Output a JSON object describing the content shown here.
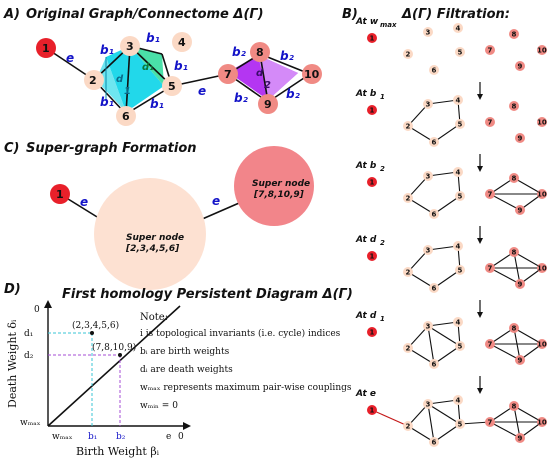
{
  "panel_a": {
    "label": "A)",
    "title": "Original Graph/Connectome Δ(Γ)",
    "edge_labels": {
      "e_left": "e",
      "e_mid": "e",
      "b1_top": "b₁",
      "b1_right": "b₁",
      "b1_left": "b₁",
      "b1_bottom": "b₁",
      "d1_inner": "d₁",
      "b2_top": "b₂",
      "b2_right": "b₂",
      "b2_left": "b₂",
      "b2_bottom": "b₂",
      "d2_inner": "d₂"
    },
    "nodes": [
      "1",
      "2",
      "3",
      "4",
      "5",
      "6",
      "7",
      "8",
      "9",
      "10"
    ],
    "face_labels": {
      "d_left": "d",
      "one_left": "1",
      "d_right": "d",
      "one_right": "1",
      "d_purple": "d",
      "two_purple": "2"
    }
  },
  "panel_b": {
    "label": "B)",
    "title": "Δ(Γ) Filtration:",
    "stages": [
      "At w",
      "At b",
      "At b",
      "At d",
      "At d",
      "At e"
    ],
    "stage_subs": [
      "max",
      "1",
      "2",
      "2",
      "1",
      ""
    ],
    "nodes": [
      "1",
      "2",
      "3",
      "4",
      "5",
      "6",
      "7",
      "8",
      "9",
      "10"
    ]
  },
  "panel_c": {
    "label": "C)",
    "title": "Super-graph Formation",
    "node_1": "1",
    "super_left_l1": "Super node",
    "super_left_l2": "[2,3,4,5,6]",
    "super_right_l1": "Super node",
    "super_right_l2": "[7,8,10,9]",
    "edge_left": "e",
    "edge_right": "e"
  },
  "panel_d": {
    "label": "D)",
    "title": "First homology Persistent Diagram Δ(Γ)",
    "ylabel": "Death Weight δᵢ",
    "xlabel": "Birth Weight βᵢ",
    "y_ticks": [
      "0",
      "d₁",
      "d₂",
      "wₘₐₓ"
    ],
    "x_ticks": [
      "wₘₐₓ",
      "b₁",
      "b₂",
      "e",
      "0"
    ],
    "point_1": "(2,3,4,5,6)",
    "point_2": "(7,8,10,9)",
    "note_title": "Note:",
    "notes": [
      "i is topological invariants (i.e. cycle) indices",
      "bᵢ are birth weights",
      "dᵢ are death weights",
      "wₘₐₓ represents maximum pair-wise couplings",
      "wₘᵢₙ = 0"
    ]
  },
  "colors": {
    "node_red": "#e8202a",
    "node_salmon": "#f08a84",
    "node_peach": "#fbd9c5",
    "cyan_face": "#22d8ea",
    "purple_face": "#a020f0",
    "edge_blue": "#1414c8",
    "super_left": "#fde1d2",
    "super_right": "#f2858a",
    "dash_cyan": "#39c6d6",
    "dash_purple": "#a64ed6"
  }
}
